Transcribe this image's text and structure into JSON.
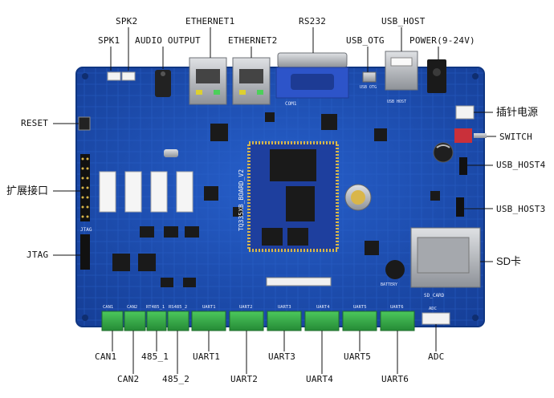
{
  "labels": {
    "spk2": "SPK2",
    "spk1": "SPK1",
    "audio_output": "AUDIO OUTPUT",
    "ethernet1": "ETHERNET1",
    "ethernet2": "ETHERNET2",
    "rs232": "RS232",
    "usb_otg": "USB_OTG",
    "usb_host": "USB_HOST",
    "power": "POWER(9-24V)",
    "pin_power": "插针电源",
    "switch": "SWITCH",
    "usb_host4": "USB_HOST4",
    "usb_host3": "USB_HOST3",
    "reset": "RESET",
    "expansion": "扩展接口",
    "jtag": "JTAG",
    "sd_card": "SD卡",
    "can1": "CAN1",
    "can2": "CAN2",
    "rs485_1": "485_1",
    "rs485_2": "485_2",
    "uart1": "UART1",
    "uart2": "UART2",
    "uart3": "UART3",
    "uart4": "UART4",
    "uart5": "UART5",
    "uart6": "UART6",
    "adc": "ADC"
  },
  "silkscreen": {
    "board_name": "TQ335XB_BOARD_V2",
    "com1": "COM1",
    "sd_card": "SD_CARD",
    "uart1": "UART1",
    "uart2": "UART2",
    "uart3": "UART3",
    "uart4": "UART4",
    "uart5": "UART5",
    "uart6": "UART6",
    "can1": "CAN1",
    "can2": "CAN2",
    "rs485_1": "RT485_1",
    "rs485_2": "RS485_2",
    "jtag": "JTAG",
    "adc": "ADC",
    "battery": "BATTERY",
    "usb_otg": "USB OTG",
    "usb_host": "USB HOST"
  },
  "colors": {
    "pcb": "#1e52b8",
    "pcb_dark": "#123d92",
    "trace": "#2b66d4",
    "terminal_green": "#35b04a",
    "gold": "#d9b64a",
    "chip": "#1a1a1a",
    "metal": "#b9bcc0",
    "blue_connector": "#2d54c9"
  }
}
